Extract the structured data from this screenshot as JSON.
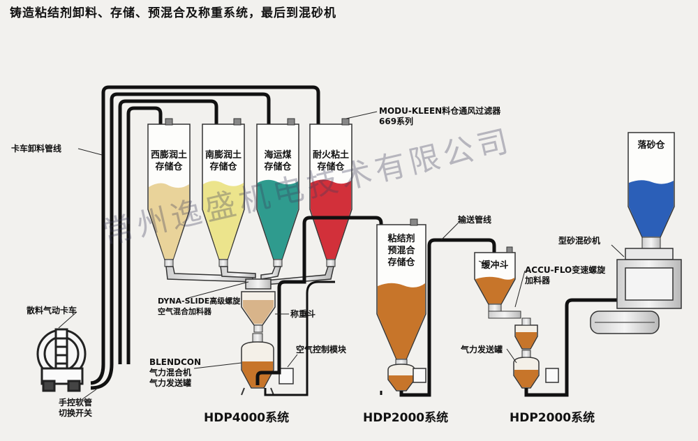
{
  "title": "铸造粘结剂卸料、存储、预混合及称重系统，最后到混砂机",
  "silos": [
    {
      "label_line1": "西膨润土",
      "label_line2": "存储仓",
      "fill_color": "#e9d39a"
    },
    {
      "label_line1": "南膨润土",
      "label_line2": "存储仓",
      "fill_color": "#ece48c"
    },
    {
      "label_line1": "海运煤",
      "label_line2": "存储仓",
      "fill_color": "#2f9b8e"
    },
    {
      "label_line1": "耐火粘土",
      "label_line2": "存储仓",
      "fill_color": "#d2303a"
    }
  ],
  "premix_silo": {
    "label_line1": "粘结剂",
    "label_line2": "预混合",
    "label_line3": "存储仓",
    "fill_color": "#c7752a"
  },
  "buffer_hopper": {
    "label": "缓冲斗",
    "fill_color": "#c7752a"
  },
  "sand_silo": {
    "label": "落砂仓",
    "fill_color": "#2b5fb8"
  },
  "labels": {
    "filter": "MODU-KLEEN料仓通风过滤器",
    "filter_series": "669系列",
    "truck_line": "卡车卸料管线",
    "dyna": "DYNA-SLIDE高级螺旋",
    "dyna2": "空气混合加料器",
    "weigh": "称重斗",
    "air_control": "空气控制模块",
    "blendcon": "BLENDCON",
    "blendcon2": "气力混合机",
    "blendcon3": "气力发送罐",
    "conveying_line": "输送管线",
    "accu": "ACCU-FLO变速螺旋",
    "accu2": "加料器",
    "pneumatic_tank": "气力发送罐",
    "mixer": "型砂混砂机",
    "truck": "散料气动卡车",
    "manual": "手控软管",
    "manual2": "切换开关"
  },
  "systems": {
    "sys1": "HDP4000系统",
    "sys2": "HDP2000系统",
    "sys3": "HDP2000系统"
  },
  "watermark": "常州逸盛机电技术有限公司"
}
